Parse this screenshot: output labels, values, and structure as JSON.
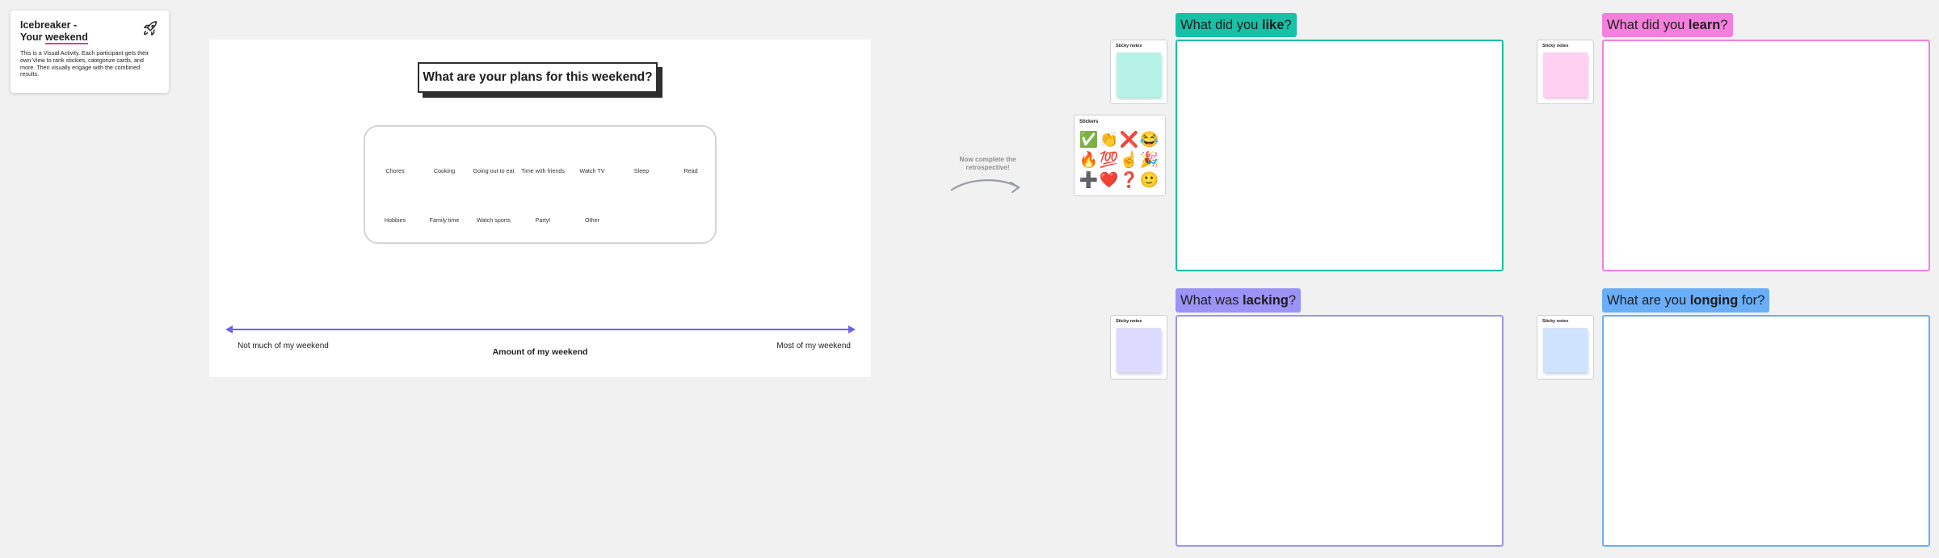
{
  "info_card": {
    "title_line1": "Icebreaker -",
    "title_line2_prefix": "Your ",
    "title_line2_highlight": "weekend",
    "description": "This is a Visual Activity. Each participant gets their own View to rank stickies, categorize cards, and more. Then visually engage with the combined results.",
    "icon": "rocket-icon"
  },
  "activity": {
    "question": "What are your plans for this weekend?",
    "cards": [
      "Chores",
      "Cooking",
      "Going out to eat",
      "Time with friends",
      "Watch TV",
      "Sleep",
      "Read",
      "Hobbies",
      "Family time",
      "Watch sports",
      "Party!",
      "Other"
    ],
    "axis_left": "Not much of my weekend",
    "axis_right": "Most of my weekend",
    "axis_title": "Amount of my weekend",
    "accent": "#6c63e6"
  },
  "connector": {
    "text": "Now complete the retrospective!"
  },
  "stickers_panel": {
    "label": "Stickers",
    "items": [
      "✅",
      "👏",
      "❌",
      "😂",
      "🔥",
      "💯",
      "☝️",
      "🎉",
      "➕",
      "❤️",
      "❓",
      "🙂"
    ]
  },
  "frames": [
    {
      "prefix": "What did you ",
      "bold": "like",
      "suffix": "?",
      "color": "#17c0a6",
      "sticky_color": "#b6f2e6",
      "sticky_label": "Sticky notes"
    },
    {
      "prefix": "What did you ",
      "bold": "learn",
      "suffix": "?",
      "color": "#f57fdc",
      "sticky_color": "#ffd0f2",
      "sticky_label": "Sticky notes"
    },
    {
      "prefix": "What was ",
      "bold": "lacking",
      "suffix": "?",
      "color": "#9b93f6",
      "sticky_color": "#dcdaff",
      "sticky_label": "Sticky notes"
    },
    {
      "prefix": "What are you ",
      "bold": "longing",
      "suffix": " for?",
      "color": "#6aaef8",
      "sticky_color": "#cfe3ff",
      "sticky_label": "Sticky notes"
    }
  ]
}
